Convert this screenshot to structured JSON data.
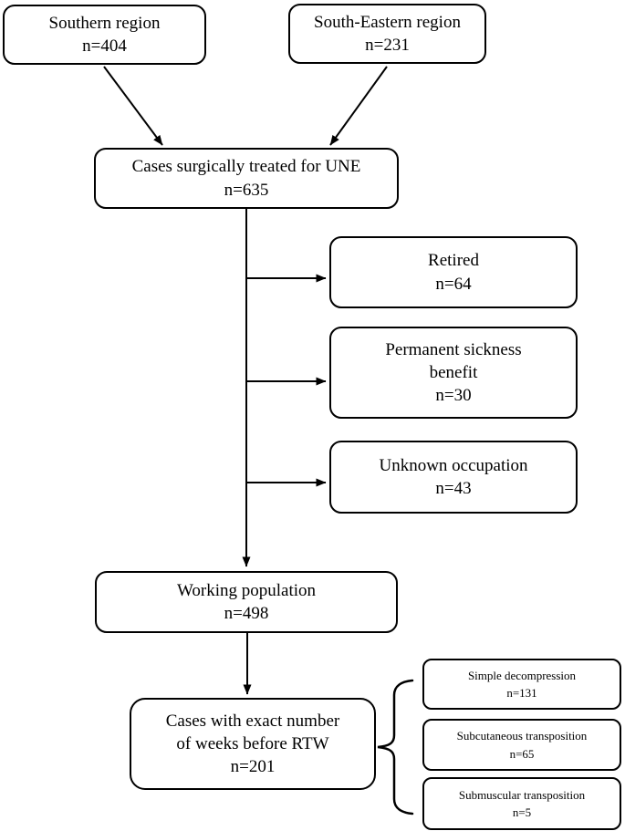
{
  "figure_type": "flowchart",
  "colors": {
    "ink": "#000000",
    "background": "#ffffff"
  },
  "boxes": {
    "southern": {
      "lines": [
        "Southern region",
        "n=404"
      ]
    },
    "southeastern": {
      "lines": [
        "South-Eastern region",
        "n=231"
      ]
    },
    "une": {
      "lines": [
        "Cases surgically treated for UNE",
        "n=635"
      ]
    },
    "retired": {
      "lines": [
        "Retired",
        "n=64"
      ]
    },
    "permanent": {
      "lines": [
        "Permanent sickness",
        "benefit",
        "n=30"
      ]
    },
    "unknown": {
      "lines": [
        "Unknown occupation",
        "n=43"
      ]
    },
    "working": {
      "lines": [
        "Working population",
        "n=498"
      ]
    },
    "rtw": {
      "lines": [
        "Cases with exact number",
        "of weeks before RTW",
        "n=201"
      ]
    },
    "simple": {
      "lines": [
        "Simple decompression",
        "n=131"
      ]
    },
    "subcutaneous": {
      "lines": [
        "Subcutaneous transposition",
        "n=65"
      ]
    },
    "submuscular": {
      "lines": [
        "Submuscular transposition",
        "n=5"
      ]
    }
  }
}
